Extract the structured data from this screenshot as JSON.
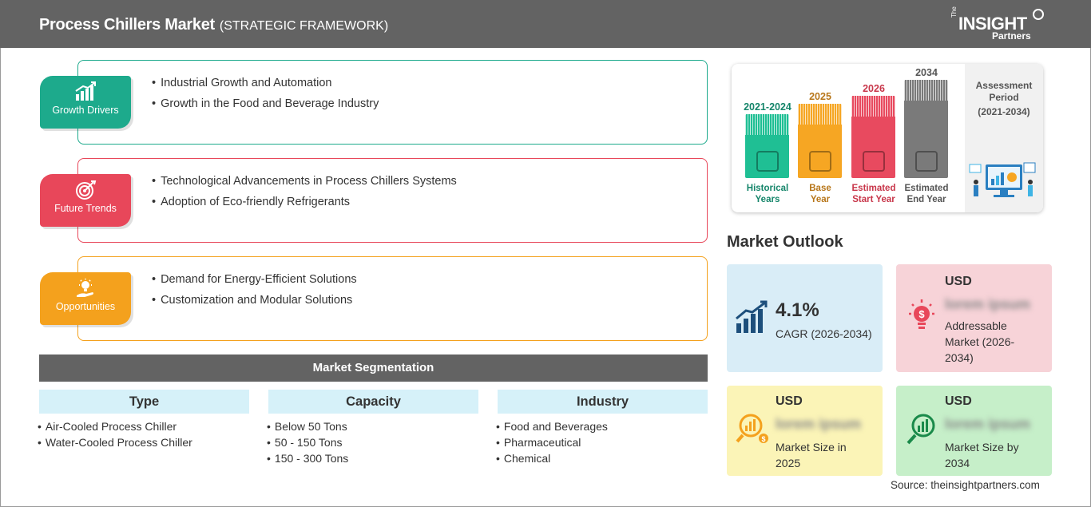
{
  "header": {
    "title": "Process Chillers Market",
    "subtitle": "(STRATEGIC FRAMEWORK)",
    "logo_the": "The",
    "logo_main": "INSIGHT",
    "logo_sub": "Partners"
  },
  "framework": [
    {
      "label": "Growth Drivers",
      "icon": "growth-chart-icon",
      "color": "#1daa8c",
      "items": [
        "Industrial Growth and Automation",
        "Growth in the Food and Beverage Industry"
      ]
    },
    {
      "label": "Future Trends",
      "icon": "target-icon",
      "color": "#e8475a",
      "items": [
        "Technological Advancements in Process Chillers Systems",
        "Adoption of Eco-friendly Refrigerants"
      ]
    },
    {
      "label": "Opportunities",
      "icon": "idea-hand-icon",
      "color": "#f4a11d",
      "items": [
        "Demand for Energy-Efficient Solutions",
        "Customization and Modular Solutions"
      ]
    }
  ],
  "segmentation": {
    "title": "Market Segmentation",
    "columns": [
      {
        "heading": "Type",
        "items": [
          "Air-Cooled Process Chiller",
          "Water-Cooled Process Chiller"
        ]
      },
      {
        "heading": "Capacity",
        "items": [
          "Below 50 Tons",
          "50 - 150 Tons",
          "150 - 300 Tons"
        ]
      },
      {
        "heading": "Industry",
        "items": [
          "Food and Beverages",
          "Pharmaceutical",
          "Chemical"
        ]
      }
    ]
  },
  "timeline": {
    "bars": [
      {
        "year": "2021-2024",
        "caption_1": "Historical",
        "caption_2": "Years",
        "color": "#1fbf94",
        "label_color": "#15856a",
        "icon": "history-clock-icon"
      },
      {
        "year": "2025",
        "caption_1": "Base",
        "caption_2": "Year",
        "color": "#f6a623",
        "label_color": "#b7761a",
        "icon": "calendar-icon"
      },
      {
        "year": "2026",
        "caption_1": "Estimated",
        "caption_2": "Start Year",
        "color": "#e84a5f",
        "label_color": "#c8364a",
        "icon": "estimate-start-icon"
      },
      {
        "year": "2034",
        "caption_1": "Estimated",
        "caption_2": "End Year",
        "color": "#7a7a7a",
        "label_color": "#555555",
        "icon": "monitor-chart-icon"
      }
    ],
    "assessment_label": "Assessment Period",
    "assessment_period": "(2021-2034)"
  },
  "outlook": {
    "title": "Market Outlook",
    "cagr": {
      "value": "4.1%",
      "label": "CAGR (2026-2034)",
      "color": "#d9edf7"
    },
    "addressable": {
      "currency": "USD",
      "value": "lorem ipsum",
      "label": "Addressable Market (2026-2034)",
      "color": "#f7d3d8"
    },
    "size_2025": {
      "currency": "USD",
      "value": "lorem ipsum",
      "label": "Market Size in 2025",
      "color": "#fbf4b7"
    },
    "size_2034": {
      "currency": "USD",
      "value": "lorem ipsum",
      "label": "Market Size by 2034",
      "color": "#c6efc9"
    }
  },
  "source": "Source: theinsightpartners.com"
}
